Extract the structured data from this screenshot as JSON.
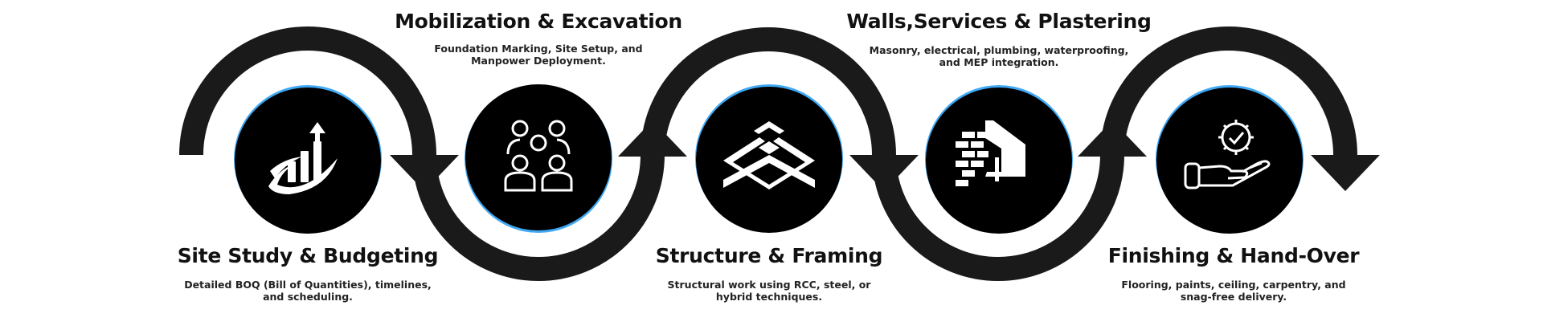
{
  "steps": [
    {
      "title": "Site Study & Budgeting",
      "description_lines": [
        "Detailed BOQ (Bill of Quantities), timelines,",
        "and scheduling."
      ],
      "icon": "growth-chart-icon"
    },
    {
      "title": "Mobilization & Excavation",
      "description_lines": [
        "Foundation Marking, Site Setup, and",
        "Manpower Deployment."
      ],
      "icon": "team-people-icon"
    },
    {
      "title": "Structure & Framing",
      "description_lines": [
        "Structural work using RCC, steel, or",
        "hybrid techniques."
      ],
      "icon": "structure-chevrons-icon"
    },
    {
      "title": "Walls,Services & Plastering",
      "description_lines": [
        "Masonry, electrical, plumbing, waterproofing,",
        "and MEP integration."
      ],
      "icon": "brick-wall-trowel-icon"
    },
    {
      "title": "Finishing & Hand-Over",
      "description_lines": [
        "Flooring, paints, ceiling, carpentry, and",
        "snag-free delivery."
      ],
      "icon": "hand-gear-icon"
    }
  ],
  "colors": {
    "arrow": "#1a1a1a",
    "circle": "#000000",
    "accent": "#3fa9f5",
    "text": "#111111",
    "icon": "#ffffff"
  }
}
